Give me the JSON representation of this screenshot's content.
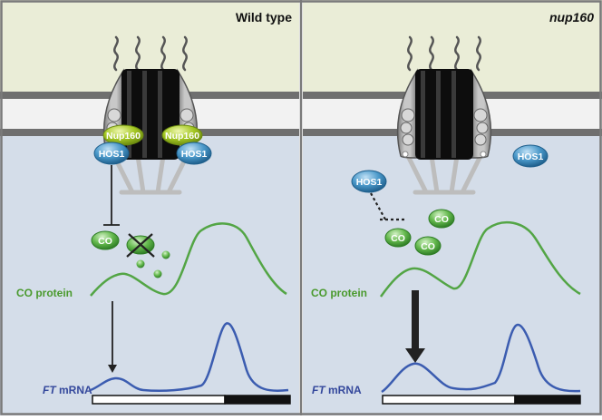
{
  "panels": [
    {
      "title": "Wild type",
      "nup_label": "Nup160",
      "hos_label": "HOS1",
      "co_label": "CO",
      "co_protein_label": "CO protein",
      "ft_italic": "FT",
      "ft_suffix": " mRNA"
    },
    {
      "title": "nup160",
      "hos_label": "HOS1",
      "co_label": "CO",
      "co_protein_label": "CO protein",
      "ft_italic": "FT",
      "ft_suffix": " mRNA"
    }
  ],
  "colors": {
    "cytoplasm": "#eaedd7",
    "nucleus": "#d4dde9",
    "envelope_fill": "#f2f2f2",
    "envelope_line": "#6f6f6f",
    "co_curve": "#53a545",
    "ft_curve": "#3b5cb0",
    "label_green": "#4a9a2e",
    "label_blue": "#34489c",
    "nup160": "#9bc31c",
    "hos1": "#3e8ec1",
    "co": "#5fb548"
  }
}
